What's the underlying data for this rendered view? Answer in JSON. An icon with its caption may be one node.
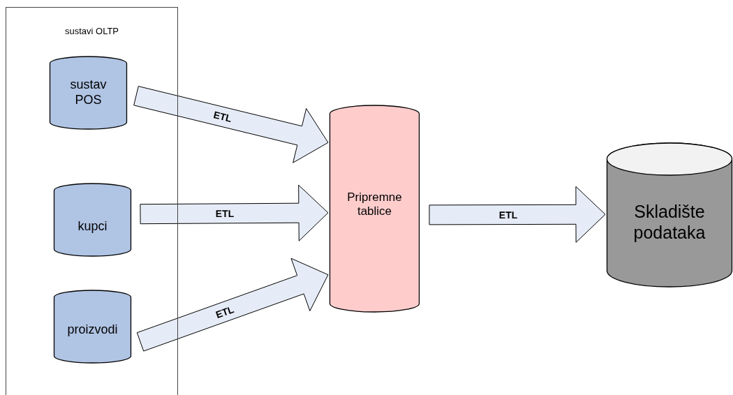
{
  "diagram": {
    "nodes": [
      {
        "text": [
          "sustavi OLTP"
        ]
      },
      {
        "text": [
          "sustav POS"
        ],
        "in": 0
      },
      {
        "text": [
          "kupci"
        ],
        "in": 0
      },
      {
        "text": [
          "proizvodi"
        ],
        "in": 0
      },
      {
        "text": [
          "Pripremne tablice"
        ]
      },
      {
        "text": [
          "Skladište podataka"
        ]
      }
    ],
    "edges": [
      {
        "from": 1,
        "to": 4,
        "arrow": "to",
        "label": "ETL"
      },
      {
        "from": 2,
        "to": 4,
        "arrow": "to",
        "label": "ETL"
      },
      {
        "from": 3,
        "to": 4,
        "arrow": "to",
        "label": "ETL"
      },
      {
        "from": 4,
        "to": 5,
        "arrow": "to",
        "label": "ETL"
      }
    ]
  }
}
